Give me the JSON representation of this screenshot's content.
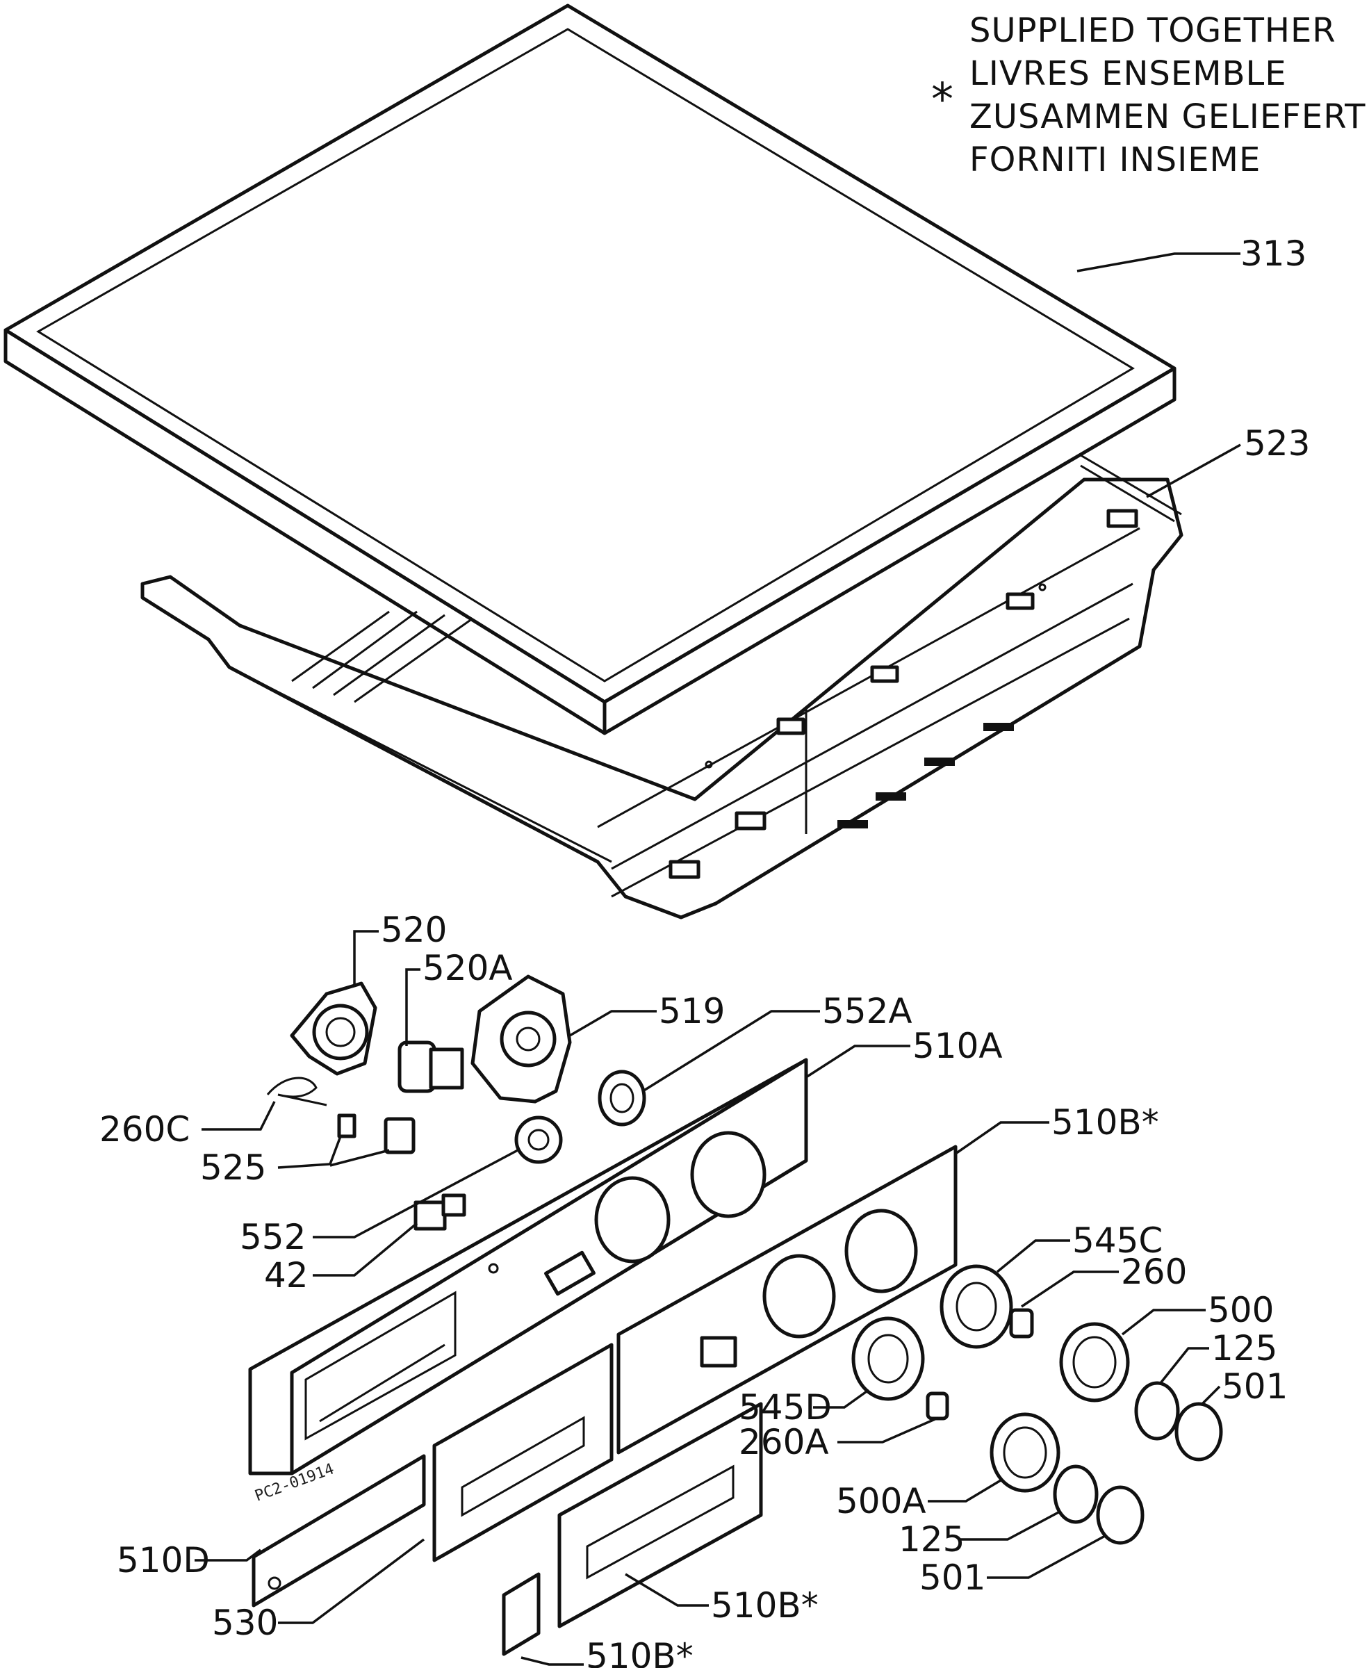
{
  "legend": {
    "marker": "*",
    "lines": [
      "SUPPLIED TOGETHER",
      "LIVRES ENSEMBLE",
      "ZUSAMMEN GELIEFERT",
      "FORNITI INSIEME"
    ]
  },
  "drawing_code": "PC2-01914",
  "labels": {
    "p313": "313",
    "p523": "523",
    "p520": "520",
    "p520A": "520A",
    "p519": "519",
    "p552A": "552A",
    "p510A": "510A",
    "p260C": "260C",
    "p510B_1": "510B*",
    "p525": "525",
    "p552": "552",
    "p42": "42",
    "p545C": "545C",
    "p260": "260",
    "p500": "500",
    "p125_1": "125",
    "p501_1": "501",
    "p545D": "545D",
    "p260A": "260A",
    "p500A": "500A",
    "p125_2": "125",
    "p501_2": "501",
    "p510D": "510D",
    "p530": "530",
    "p510B_2": "510B*",
    "p510B_3": "510B*"
  }
}
